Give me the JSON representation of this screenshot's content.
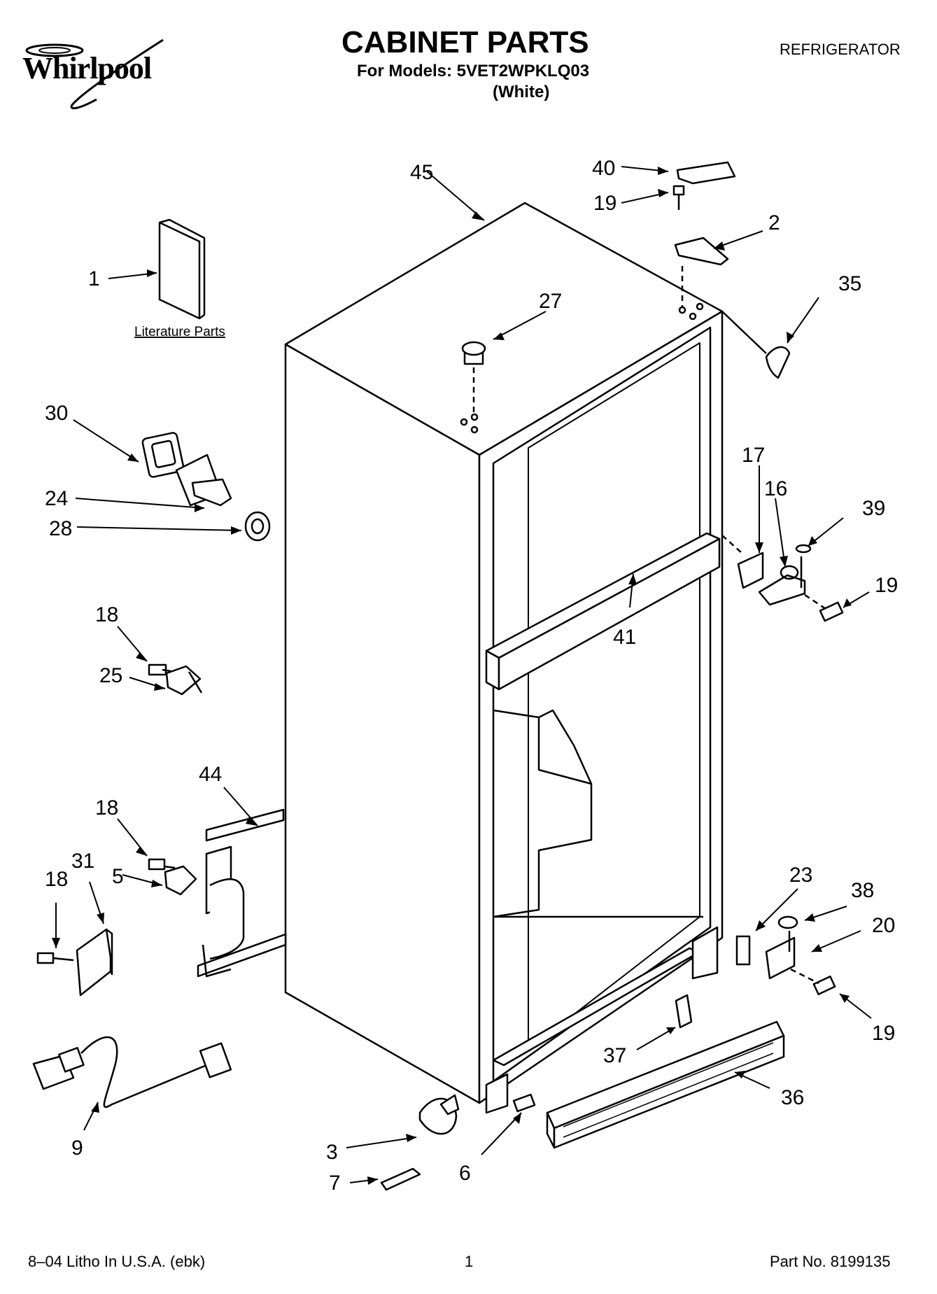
{
  "header": {
    "brand": "Whirlpool",
    "title": "CABINET PARTS",
    "subtitle": "For Models: 5VET2WPKLQ03",
    "variant": "(White)",
    "category": "REFRIGERATOR"
  },
  "literature_label": "Literature Parts",
  "callouts": {
    "c1": "1",
    "c2": "2",
    "c3": "3",
    "c5": "5",
    "c6": "6",
    "c7": "7",
    "c9": "9",
    "c16": "16",
    "c17": "17",
    "c18a": "18",
    "c18b": "18",
    "c18c": "18",
    "c19a": "19",
    "c19b": "19",
    "c19c": "19",
    "c20": "20",
    "c23": "23",
    "c24": "24",
    "c25": "25",
    "c27": "27",
    "c28": "28",
    "c30": "30",
    "c31": "31",
    "c35": "35",
    "c36": "36",
    "c37": "37",
    "c38": "38",
    "c39": "39",
    "c40": "40",
    "c41": "41",
    "c44": "44",
    "c45": "45"
  },
  "footer": {
    "left": "8–04 Litho In U.S.A. (ebk)",
    "page": "1",
    "part_no": "Part No. 8199135"
  }
}
